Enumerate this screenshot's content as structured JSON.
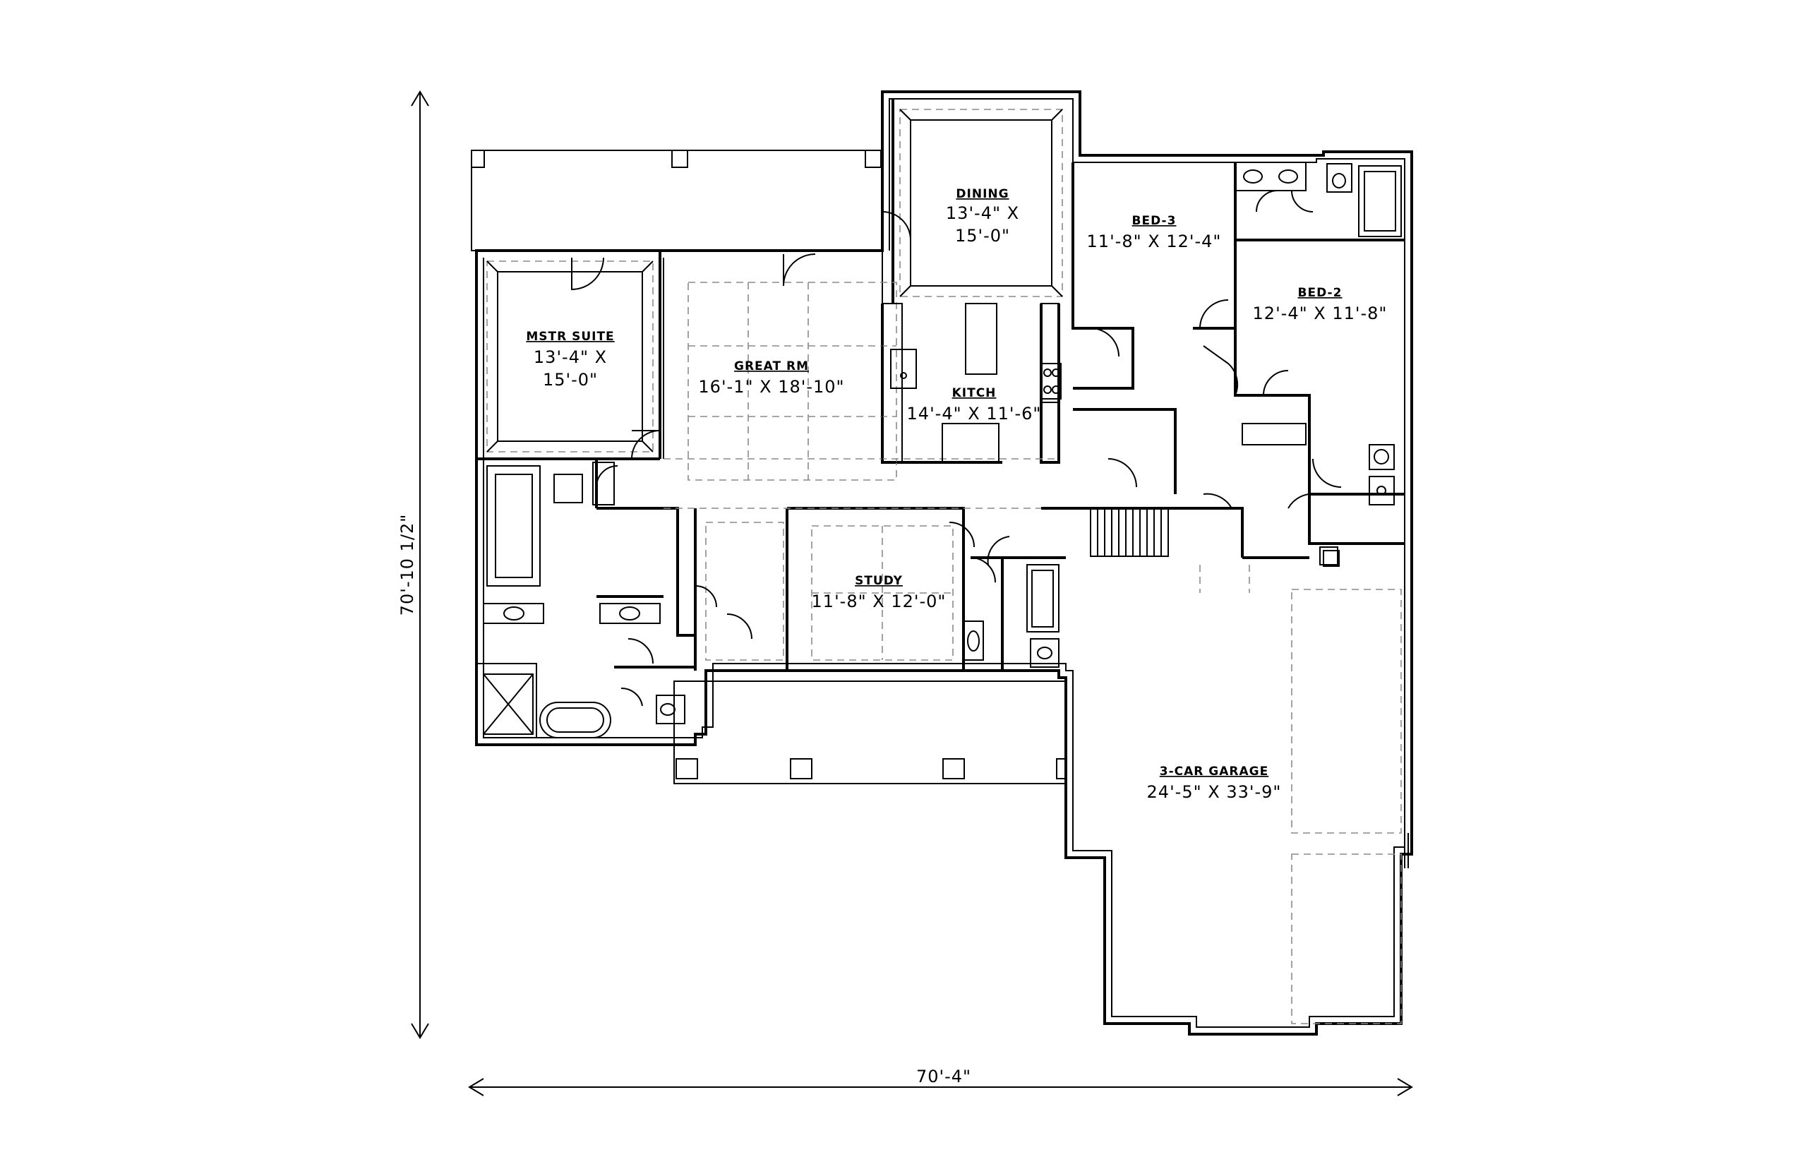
{
  "rooms": {
    "dining": {
      "name": "DINING",
      "size": [
        "13'-4\" X",
        "15'-0\""
      ]
    },
    "bed3": {
      "name": "BED-3",
      "size": [
        "11'-8\" X 12'-4\""
      ]
    },
    "bed2": {
      "name": "BED-2",
      "size": [
        "12'-4\" X 11'-8\""
      ]
    },
    "mstr_suite": {
      "name": "MSTR SUITE",
      "size": [
        "13'-4\" X",
        "15'-0\""
      ]
    },
    "great_rm": {
      "name": "GREAT RM",
      "size": [
        "16'-1\" X 18'-10\""
      ]
    },
    "kitch": {
      "name": "KITCH",
      "size": [
        "14'-4\" X 11'-6\""
      ]
    },
    "study": {
      "name": "STUDY",
      "size": [
        "11'-8\" X 12'-0\""
      ]
    },
    "garage": {
      "name": "3-CAR GARAGE",
      "size": [
        "24'-5\" X 33'-9\""
      ]
    }
  },
  "dimensions": {
    "overall_width": "70'-4\"",
    "overall_depth": "70'-10 1/2\""
  }
}
